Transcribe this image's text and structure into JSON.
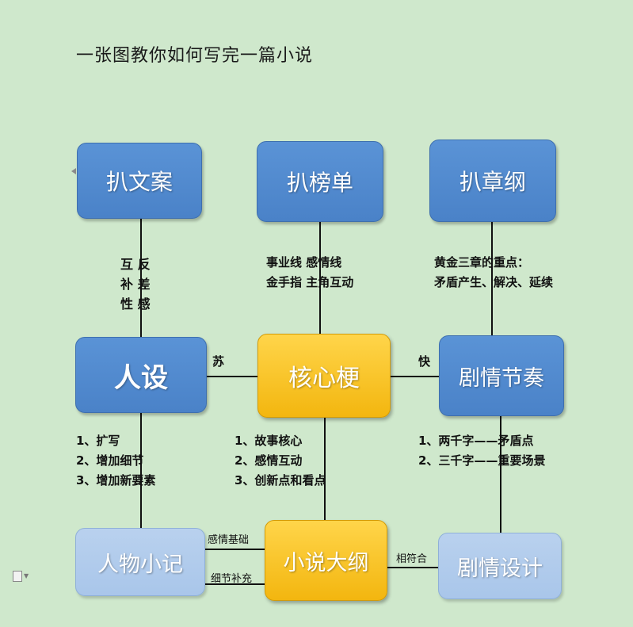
{
  "title": "一张图教你如何写完一篇小说",
  "nodes": {
    "wenan": "扒文案",
    "bangdan": "扒榜单",
    "zhanggang": "扒章纲",
    "renshe": "人设",
    "hexingeng": "核心梗",
    "juqingjiezou": "剧情节奏",
    "renwuxiaoji": "人物小记",
    "xiaoshuodagang": "小说大纲",
    "juqingsheji": "剧情设计"
  },
  "labels": {
    "wenan_note": [
      "互  反",
      "补  差",
      "性  感"
    ],
    "bangdan_note": [
      "事业线    感情线",
      "金手指    主角互动"
    ],
    "zhanggang_note": [
      "黄金三章的重点：",
      "矛盾产生、解决、延续"
    ],
    "su": "苏",
    "kuai": "快",
    "renshe_note": [
      "1、扩写",
      "2、增加细节",
      "3、增加新要素"
    ],
    "hexin_note": [
      "1、故事核心",
      "2、感情互动",
      "3、创新点和看点"
    ],
    "jiezou_note": [
      "1、两千字——矛盾点",
      "2、三千字——重要场景"
    ],
    "ganqing_jichu": "感情基础",
    "xijie_buchong": "细节补充",
    "xiang_fuhe": "相符合"
  }
}
